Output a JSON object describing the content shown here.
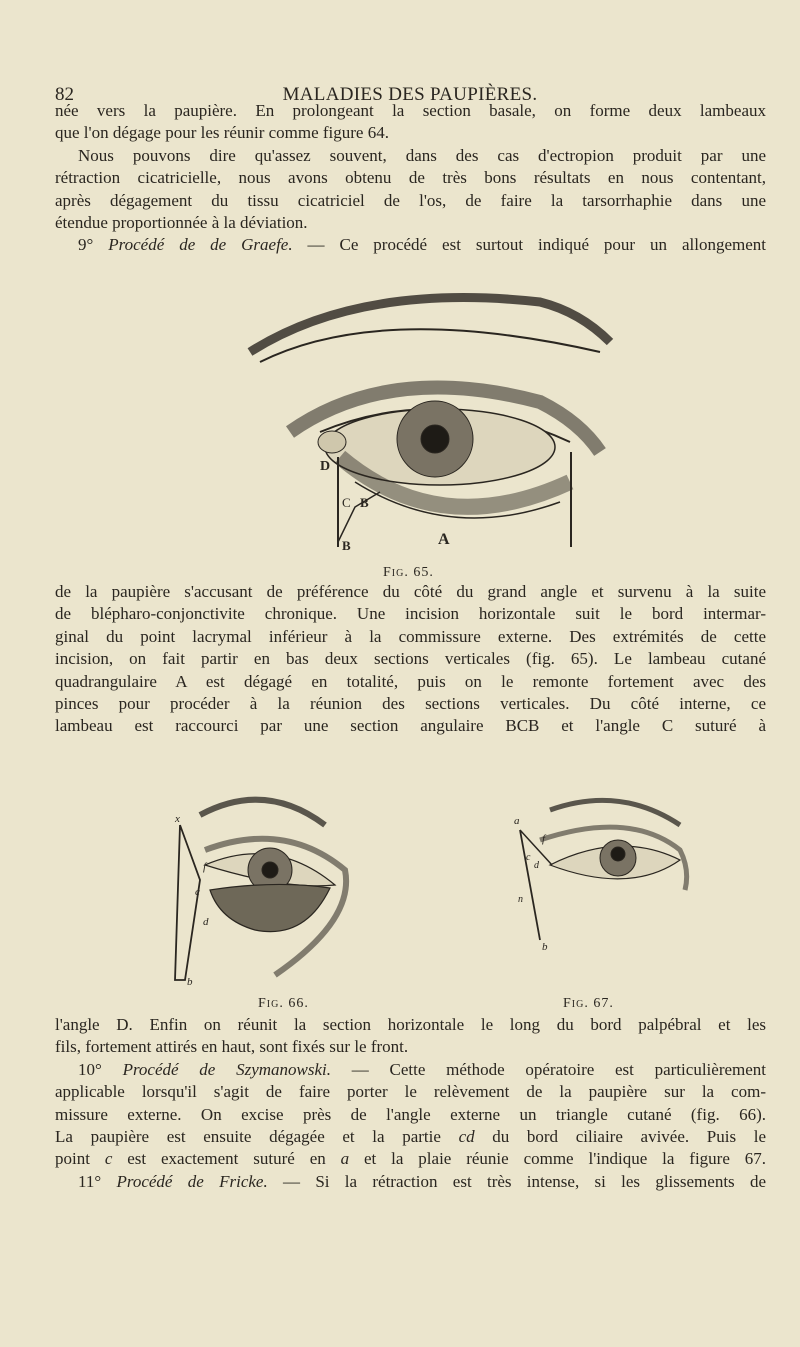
{
  "header": {
    "page_number": "82",
    "running_title": "MALADIES DES PAUPIÈRES."
  },
  "block1": [
    {
      "text": "née vers la paupière. En prolongeant la section basale, on forme deux lambeaux"
    },
    {
      "text": "que l'on dégage pour les réunir comme figure 64.",
      "last": true
    },
    {
      "text": "Nous pouvons dire qu'assez souvent, dans des cas d'ectropion produit par une",
      "indent": true
    },
    {
      "text": "rétraction cicatricielle, nous avons obtenu de très bons résultats en nous contentant,"
    },
    {
      "text": "après dégagement du tissu cicatriciel de l'os, de faire la tarsorrhaphie dans une"
    },
    {
      "text": "étendue proportionnée à la déviation.",
      "last": true
    }
  ],
  "graefe": {
    "num": "9°",
    "title": "Procédé de de Graefe.",
    "rest": "— Ce procédé est surtout indiqué pour un allongement"
  },
  "fig65": {
    "caption": "Fig. 65.",
    "labels": {
      "D": "D",
      "C": "C",
      "B1": "B",
      "B2": "B",
      "A": "A"
    }
  },
  "block2": [
    {
      "text": "de la paupière s'accusant de préférence du côté du grand angle et survenu à la suite"
    },
    {
      "text": "de blépharo-conjonctivite chronique. Une incision horizontale suit le bord intermar-"
    },
    {
      "text": "ginal du point lacrymal inférieur à la commissure externe. Des extrémités de cette"
    },
    {
      "text": "incision, on fait partir en bas deux sections verticales (fig. 65). Le lambeau cutané"
    },
    {
      "text": "quadrangulaire A est dégagé en totalité, puis on le remonte fortement avec des"
    },
    {
      "text": "pinces pour procéder à la réunion des sections verticales. Du côté interne, ce"
    },
    {
      "text": "lambeau est raccourci par une section angulaire BCB et l'angle C suturé à"
    }
  ],
  "fig66": {
    "caption": "Fig. 66.",
    "labels": {
      "x": "x",
      "f": "f",
      "c": "c",
      "d": "d",
      "b": "b"
    }
  },
  "fig67": {
    "caption": "Fig. 67.",
    "labels": {
      "a": "a",
      "f": "f",
      "c": "c",
      "d": "d",
      "n": "n",
      "b": "b"
    }
  },
  "block3": [
    {
      "text": "l'angle D. Enfin on réunit la section horizontale le long du bord palpébral et les"
    },
    {
      "text": "fils, fortement attirés en haut, sont fixés sur le front.",
      "last": true
    }
  ],
  "szymanowski": {
    "num": "10°",
    "title": "Procédé de Szymanowski.",
    "rest": "— Cette méthode opératoire est particulièrement"
  },
  "block4": [
    {
      "text": "applicable lorsqu'il s'agit de faire porter le relèvement de la paupière sur la com-"
    },
    {
      "text": "missure externe. On excise près de l'angle externe un triangle cutané (fig. 66)."
    }
  ],
  "block4b": {
    "a": "La paupière est ensuite dégagée et la partie ",
    "cd": "cd",
    "b": " du bord ciliaire avivée. Puis le"
  },
  "block4c": {
    "a": "point ",
    "c": "c",
    "b": " est exactement suturé en ",
    "ai": "a",
    "d": " et la plaie réunie comme l'indique la figure 67."
  },
  "fricke": {
    "num": "11°",
    "title": "Procédé de Fricke.",
    "rest": "— Si la rétraction est très intense, si les glissements de"
  }
}
